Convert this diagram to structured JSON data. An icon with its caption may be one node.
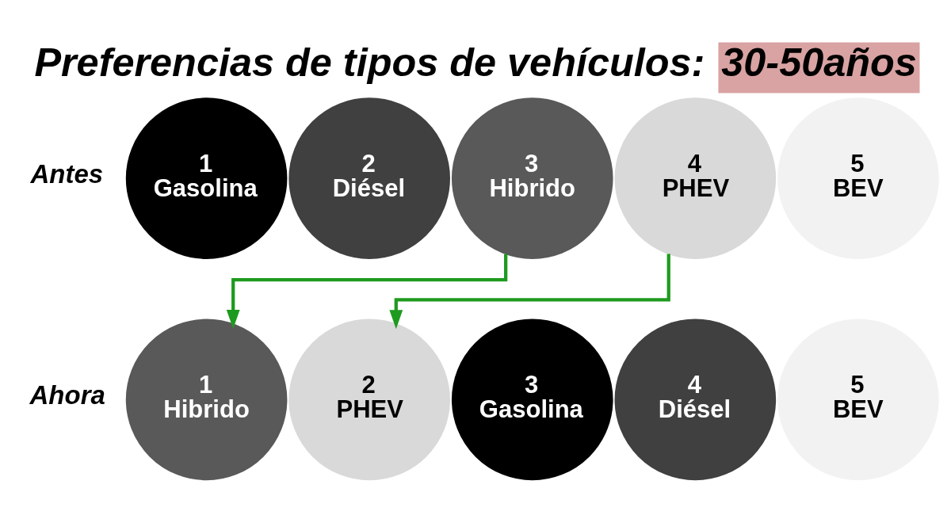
{
  "diagram": {
    "title": "Preferencias de tipos de vehículos: 30-50años",
    "nodes": [
      {
        "text": [
          "1",
          "Gasolina"
        ]
      },
      {
        "text": [
          "2",
          "Diésel"
        ]
      },
      {
        "text": [
          "3",
          "Hibrido"
        ]
      },
      {
        "text": [
          "4",
          "PHEV"
        ]
      },
      {
        "text": [
          "5",
          "BEV"
        ]
      },
      {
        "text": [
          "1",
          "Hibrido"
        ]
      },
      {
        "text": [
          "2",
          "PHEV"
        ]
      },
      {
        "text": [
          "3",
          "Gasolina"
        ]
      },
      {
        "text": [
          "4",
          "Diésel"
        ]
      },
      {
        "text": [
          "5",
          "BEV"
        ]
      }
    ],
    "edges": [
      {
        "from": 2,
        "to": 5,
        "arrow": "to"
      },
      {
        "from": 3,
        "to": 6,
        "arrow": "to"
      }
    ],
    "labels": [
      "Antes",
      "Ahora"
    ]
  }
}
